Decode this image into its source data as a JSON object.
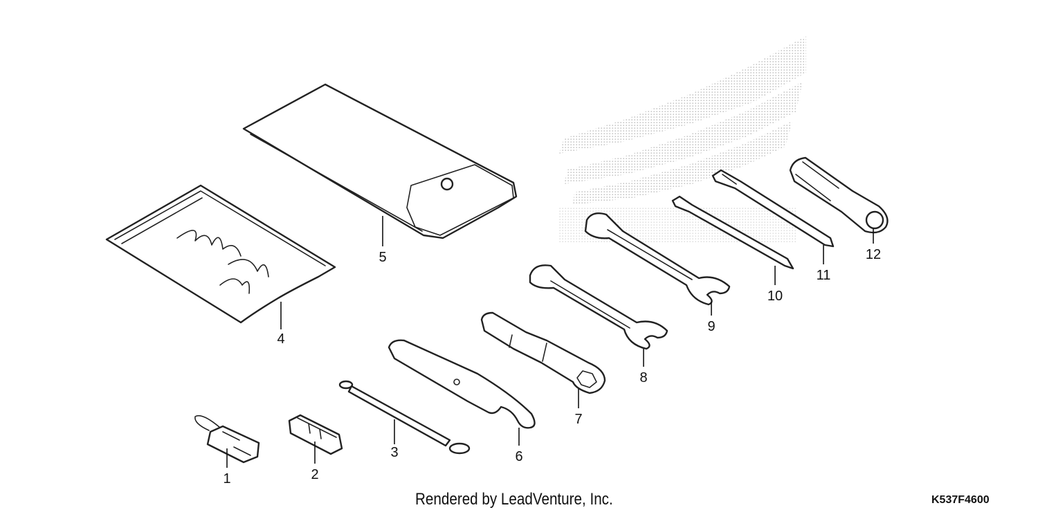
{
  "parts": [
    {
      "id": "1",
      "callout": "1"
    },
    {
      "id": "2",
      "callout": "2"
    },
    {
      "id": "3",
      "callout": "3"
    },
    {
      "id": "4",
      "callout": "4"
    },
    {
      "id": "5",
      "callout": "5"
    },
    {
      "id": "6",
      "callout": "6"
    },
    {
      "id": "7",
      "callout": "7"
    },
    {
      "id": "8",
      "callout": "8"
    },
    {
      "id": "9",
      "callout": "9"
    },
    {
      "id": "10",
      "callout": "10"
    },
    {
      "id": "11",
      "callout": "11"
    },
    {
      "id": "12",
      "callout": "12"
    }
  ],
  "footer": {
    "credit": "Rendered by LeadVenture, Inc.",
    "diagram_code": "K537F4600"
  },
  "watermark": "HONDA",
  "colors": {
    "ink": "#222222",
    "watermark": "#c8c8c8"
  }
}
